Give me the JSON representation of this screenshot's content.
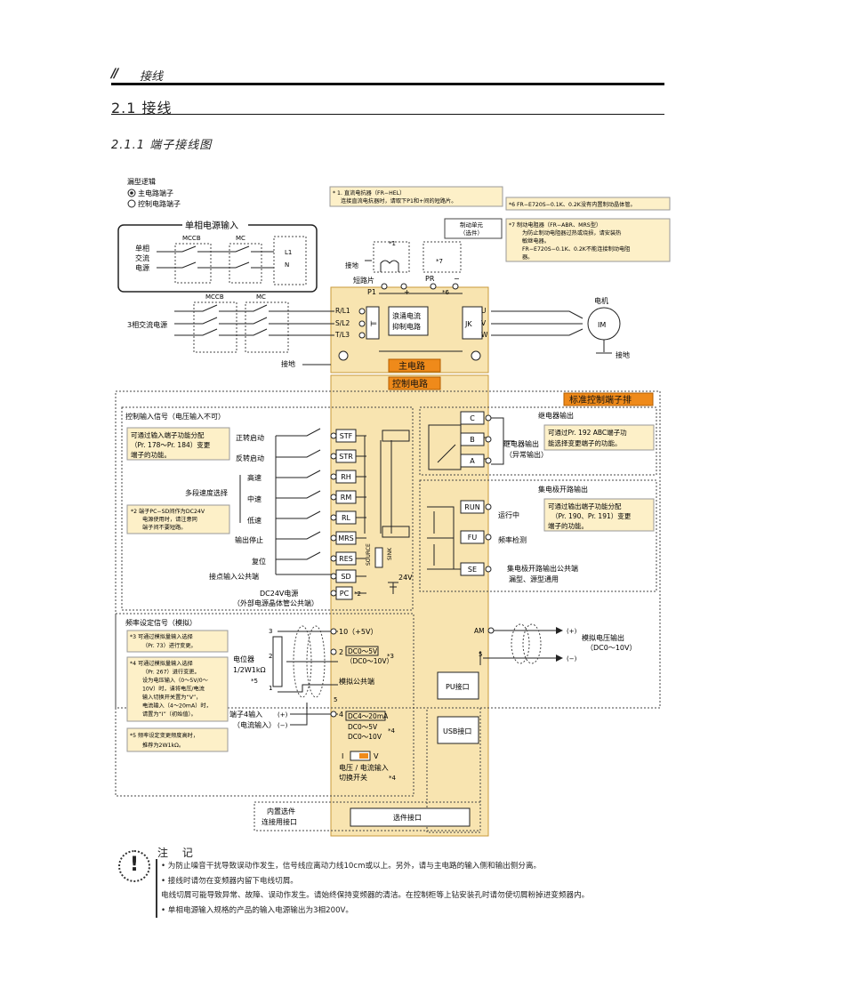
{
  "header": {
    "mark": "//",
    "title": "接线"
  },
  "section": {
    "title": "2.1  接线",
    "subtitle": "2.1.1   端子接线图"
  },
  "legend": {
    "title": "漏型逻辑",
    "main": "主电路端子",
    "control": "控制电路端子"
  },
  "power": {
    "single_box_title": "单相电源输入",
    "single_source": [
      "单相",
      "交流",
      "电源"
    ],
    "mccb": "MCCB",
    "mc": "MC",
    "l1": "L1",
    "n": "N",
    "three_phase": "3相交流电源",
    "ground": "接地"
  },
  "main_circuit": {
    "terminals": [
      "R/L1",
      "S/L2",
      "T/L3"
    ],
    "out_terms": [
      "U",
      "V",
      "W"
    ],
    "p1": "P1",
    "pr": "PR",
    "plus": "+",
    "minus": "−",
    "short_bar": "短路片",
    "inrush": [
      "浪涌电流",
      "抑制电路"
    ],
    "label": "主电路",
    "motor": "电机",
    "im": "IM",
    "brake_unit": [
      "制动单元",
      "（选件）"
    ],
    "star1": "*1",
    "star6": "*6",
    "star7": "*7"
  },
  "notes_top": {
    "n1": [
      "* 1. 直流电抗器（FR−HEL）",
      "连接直流电抗器时，请取下P1和+间的短路片。"
    ],
    "n6": "*6  FR−E720S−0.1K、0.2K没有内置制动晶体管。",
    "n7": [
      "*7  制动电阻器（FR−ABR、MRS型）",
      "为防止制动电阻器过热或烧损，请安装热",
      "敏继电器。",
      "FR−E720S−0.1K、0.2K不能连接制动电阻",
      "器。"
    ]
  },
  "control_circuit": {
    "label": "控制电路",
    "std_terminal": "标准控制端子排",
    "input_title": "控制输入信号（电压输入不可）",
    "input_note": [
      "可通过输入端子功能分配",
      "（Pr. 178～Pr. 184）变更",
      "端子的功能。"
    ],
    "inputs": [
      "STF",
      "STR",
      "RH",
      "RM",
      "RL",
      "MRS",
      "RES",
      "SD",
      "PC"
    ],
    "pc_suffix": "*2",
    "input_labels": [
      "正转启动",
      "反转启动",
      "高速",
      "中速",
      "低速",
      "输出停止",
      "复位",
      "接点输入公共端"
    ],
    "multi_speed": "多段速度选择",
    "note2": [
      "*2  端子PC−SD间作为DC24V",
      "电源使用时，请注意同",
      "端子间不要短路。"
    ],
    "dc24": [
      "DC24V电源",
      "（外部电源晶体管公共端）"
    ],
    "v24": "24V",
    "source": "SOURCE",
    "sink": "SINK",
    "relay_title": "继电器输出",
    "relay_note": [
      "可通过Pr. 192 ABC端子功",
      "能选择变更端子的功能。"
    ],
    "relay_terms": [
      "C",
      "B",
      "A"
    ],
    "relay_output": [
      "继电器输出",
      "（异常输出）"
    ],
    "oc_title": "集电极开路输出",
    "oc_note": [
      "可通过输出端子功能分配",
      "（Pr. 190、Pr. 191）变更",
      "端子的功能。"
    ],
    "oc_terms": [
      "RUN",
      "FU",
      "SE"
    ],
    "running": "运行中",
    "freq_detect": "频率检测",
    "oc_common": [
      "集电极开路输出公共端",
      "漏型、源型通用"
    ],
    "freq_title": "频率设定信号（模拟）",
    "note3": [
      "*3  可通过模拟量输入选择",
      "（Pr. 73）进行变更。"
    ],
    "note4": [
      "*4  可通过模拟量输入选择",
      "（Pr. 267）进行变更。",
      "设为电压输入（0～5V/0～",
      "10V）时，请将电压/电流",
      "输入切换开关置为“V”，",
      "电流输入（4～20mA）时，",
      "请置为“I”（初始值）。"
    ],
    "note5": [
      "*5  频率设定变更频度高时，",
      "推荐为2W1kΩ。"
    ],
    "pot": [
      "电位器",
      "1/2W1kΩ",
      "*5"
    ],
    "t10": "10（+5V）",
    "t2": "2",
    "t2_range": "DC0～5V",
    "t2_range2": "（DC0～10V）",
    "star3": "*3",
    "analog_common": "模拟公共端",
    "t5": "5",
    "t4": "4",
    "t4_range": "DC4～20mA",
    "t4_range2": "DC0～5V",
    "t4_range3": "DC0～10V",
    "star4": "*4",
    "t4_input": [
      "端子4输入",
      "（电流输入）"
    ],
    "pot_pins": [
      "3",
      "2",
      "1"
    ],
    "switch_i": "I",
    "switch_v": "V",
    "switch_label": [
      "电压 / 电流输入",
      "切换开关"
    ],
    "am": "AM",
    "am_out": [
      "模拟电压输出",
      "（DC0～10V）"
    ],
    "plus_sign": "(+)",
    "minus_sign": "(−)",
    "pu": "PU接口",
    "usb": "USB接口",
    "option_left": [
      "内置选件",
      "连接用接口"
    ],
    "option_port": "选件接口"
  },
  "notes": {
    "title": "注  记",
    "icon": "!",
    "lines": [
      "• 为防止噪音干扰导致误动作发生，信号线应离动力线10cm或以上。另外，请与主电路的输入侧和输出侧分离。",
      "• 接线时请勿在变频器内留下电线切屑。",
      "  电线切屑可能导致异常、故障、误动作发生。请始终保持变频器的清洁。在控制柜等上钻安装孔时请勿使切屑粉掉进变频器内。",
      "• 单相电源输入规格的产品的输入电源输出为3相200V。"
    ]
  },
  "colors": {
    "inverter_fill": "#f8e4b0",
    "inverter_stroke": "#c89a3a",
    "label_fill": "#ef8a1a",
    "note_fill": "#fdf0c8"
  }
}
